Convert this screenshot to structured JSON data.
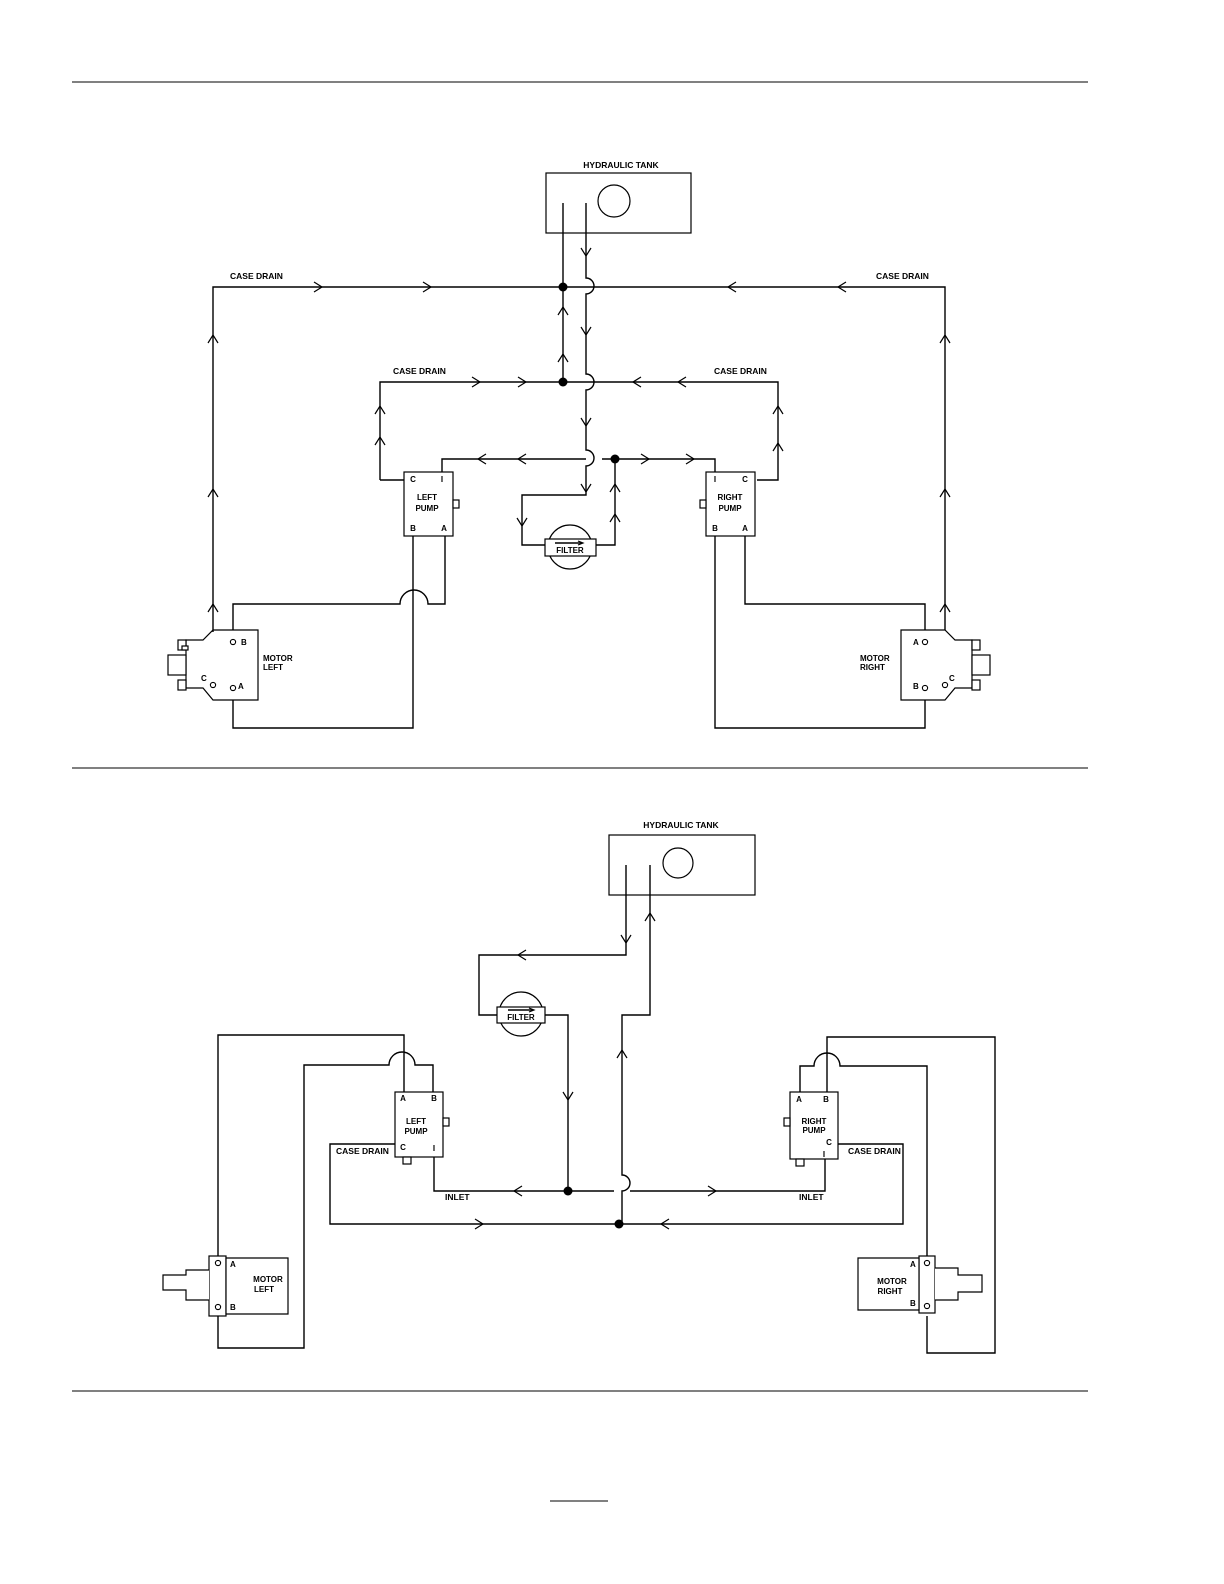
{
  "diagram_top": {
    "tank_label": "HYDRAULIC TANK",
    "case_drain_outer_left": "CASE DRAIN",
    "case_drain_outer_right": "CASE DRAIN",
    "case_drain_inner_left": "CASE DRAIN",
    "case_drain_inner_right": "CASE DRAIN",
    "left_pump": {
      "line1": "LEFT",
      "line2": "PUMP",
      "port_c": "C",
      "port_i": "I",
      "port_b": "B",
      "port_a": "A"
    },
    "right_pump": {
      "line1": "RIGHT",
      "line2": "PUMP",
      "port_i": "I",
      "port_c": "C",
      "port_b": "B",
      "port_a": "A"
    },
    "filter_label": "FILTER",
    "motor_left": {
      "line1": "MOTOR",
      "line2": "LEFT",
      "port_b": "B",
      "port_c": "C",
      "port_a": "A"
    },
    "motor_right": {
      "line1": "MOTOR",
      "line2": "RIGHT",
      "port_a": "A",
      "port_b": "B",
      "port_c": "C"
    }
  },
  "diagram_bottom": {
    "tank_label": "HYDRAULIC TANK",
    "filter_label": "FILTER",
    "left_pump": {
      "line1": "LEFT",
      "line2": "PUMP",
      "port_a": "A",
      "port_b": "B",
      "port_c": "C",
      "port_i": "I"
    },
    "right_pump": {
      "line1": "RIGHT",
      "line2": "PUMP",
      "port_a": "A",
      "port_b": "B",
      "port_c": "C",
      "port_i": "I"
    },
    "case_drain_left": "CASE DRAIN",
    "case_drain_right": "CASE DRAIN",
    "inlet_left": "INLET",
    "inlet_right": "INLET",
    "motor_left": {
      "line1": "MOTOR",
      "line2": "LEFT",
      "port_a": "A",
      "port_b": "B"
    },
    "motor_right": {
      "line1": "MOTOR",
      "line2": "RIGHT",
      "port_a": "A",
      "port_b": "B"
    }
  }
}
